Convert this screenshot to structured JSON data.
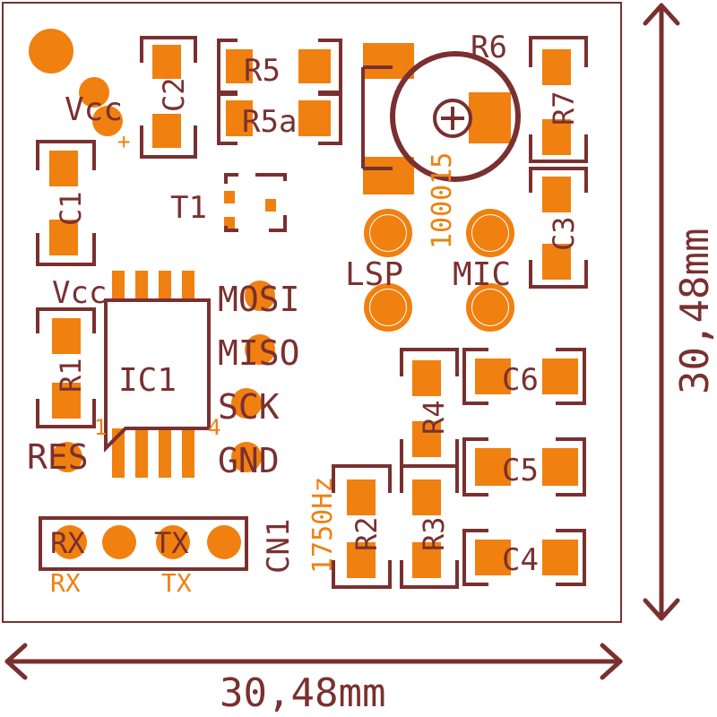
{
  "colors": {
    "background": "#ffffff",
    "silkscreen": "#7a3030",
    "copper": "#f08010",
    "board_outline": "#7a3030"
  },
  "labels": {
    "vcc_top": "Vcc",
    "vcc_left": "Vcc",
    "c2": "C2",
    "plus": "+",
    "r5": "R5",
    "r5a": "R5a",
    "r6": "R6",
    "r7": "R7",
    "c1": "C1",
    "t1": "T1",
    "pot_value": "100015",
    "c3": "C3",
    "lsp": "LSP",
    "mic": "MIC",
    "mosi": "MOSI",
    "miso": "MISO",
    "sck": "SCK",
    "gnd": "GND",
    "r1": "R1",
    "ic1": "IC1",
    "pin1": "1",
    "pin4": "4",
    "res": "RES",
    "r4": "R4",
    "c6": "C6",
    "freq": "1750Hz",
    "c5": "C5",
    "r2": "R2",
    "r3": "R3",
    "c4": "C4",
    "cn1": "CN1",
    "rx": "RX",
    "tx": "TX",
    "rx_below": "RX",
    "tx_below": "TX"
  },
  "dimensions": {
    "horizontal": "30,48mm",
    "vertical": "30,48mm"
  }
}
